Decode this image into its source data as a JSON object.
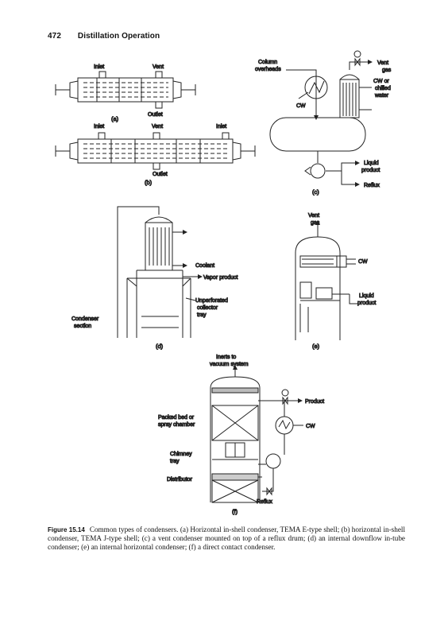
{
  "header": {
    "page_number": "472",
    "title": "Distillation Operation"
  },
  "panel_a": {
    "inlet": "Inlet",
    "vent": "Vent",
    "outlet": "Outlet",
    "id": "(a)"
  },
  "panel_b": {
    "inlet_left": "Inlet",
    "vent": "Vent",
    "inlet_right": "Inlet",
    "outlet": "Outlet",
    "id": "(b)"
  },
  "panel_c": {
    "column_overheads": [
      "Column",
      "overheads"
    ],
    "cw": "CW",
    "vent_gas": [
      "Vent",
      "gas"
    ],
    "cw_chilled": [
      "CW or",
      "chilled",
      "water"
    ],
    "liquid_product": [
      "Liquid",
      "product"
    ],
    "reflux": "Reflux",
    "id": "(c)"
  },
  "panel_d": {
    "coolant": "Coolant",
    "vapor_product": "Vapor product",
    "collector": [
      "Unperforated",
      "collector",
      "tray"
    ],
    "condenser": [
      "Condenser",
      "section"
    ],
    "id": "(d)"
  },
  "panel_e": {
    "vent_gas": [
      "Vent",
      "gas"
    ],
    "cw": "CW",
    "liquid_product": [
      "Liquid",
      "product"
    ],
    "id": "(e)"
  },
  "panel_f": {
    "inerts": [
      "Inerts to",
      "vacuum system"
    ],
    "product": "Product",
    "packed_bed": [
      "Packed bed or",
      "spray chamber"
    ],
    "cw": "CW",
    "chimney": [
      "Chimney",
      "tray"
    ],
    "distributor": "Distributor",
    "reflux": "Reflux",
    "id": "(f)"
  },
  "caption": {
    "figure_number": "Figure 15.14",
    "text": "Common types of condensers. (a) Horizontal in-shell condenser, TEMA E-type shell; (b) horizontal in-shell condenser, TEMA J-type shell; (c) a vent condenser mounted on top of a reflux drum; (d) an internal downflow in-tube condenser; (e) an internal horizontal condenser; (f) a direct contact condenser."
  }
}
